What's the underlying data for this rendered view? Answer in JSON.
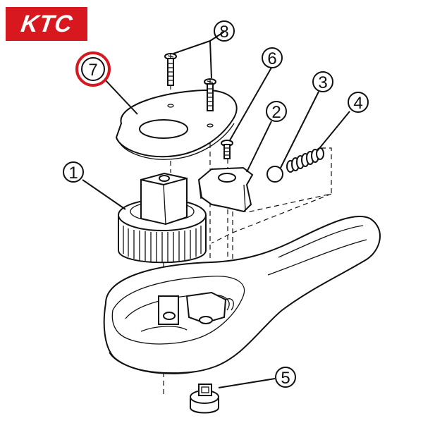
{
  "brand": {
    "logo_text": "KTC",
    "color": "#d7181f"
  },
  "callouts": [
    {
      "id": "1",
      "label": "1"
    },
    {
      "id": "2",
      "label": "2"
    },
    {
      "id": "3",
      "label": "3"
    },
    {
      "id": "4",
      "label": "4"
    },
    {
      "id": "5",
      "label": "5"
    },
    {
      "id": "6",
      "label": "6"
    },
    {
      "id": "7",
      "label": "7",
      "highlighted": true,
      "highlight_color": "#d7181f"
    },
    {
      "id": "8",
      "label": "8"
    }
  ]
}
